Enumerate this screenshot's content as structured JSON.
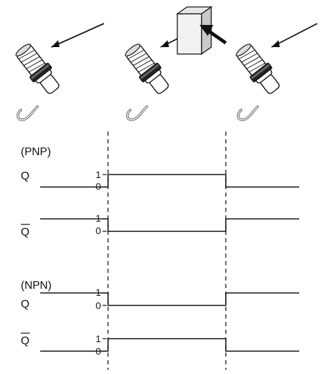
{
  "groups": [
    {
      "label": "(PNP)",
      "signals": [
        {
          "name": "Q",
          "overline": false,
          "level_high": "1",
          "level_low": "0",
          "start": 0,
          "mid": 1,
          "end": 0
        },
        {
          "name": "Q",
          "overline": true,
          "level_high": "1",
          "level_low": "0",
          "start": 1,
          "mid": 0,
          "end": 1
        }
      ]
    },
    {
      "label": "(NPN)",
      "signals": [
        {
          "name": "Q",
          "overline": false,
          "level_high": "1",
          "level_low": "0",
          "start": 1,
          "mid": 0,
          "end": 1
        },
        {
          "name": "Q",
          "overline": true,
          "level_high": "1",
          "level_low": "0",
          "start": 0,
          "mid": 1,
          "end": 0
        }
      ]
    }
  ],
  "illustration": {
    "sensors": [
      "sensor-idle",
      "sensor-detecting",
      "sensor-idle"
    ],
    "object": "target-block",
    "arrow": "approach-arrow"
  }
}
